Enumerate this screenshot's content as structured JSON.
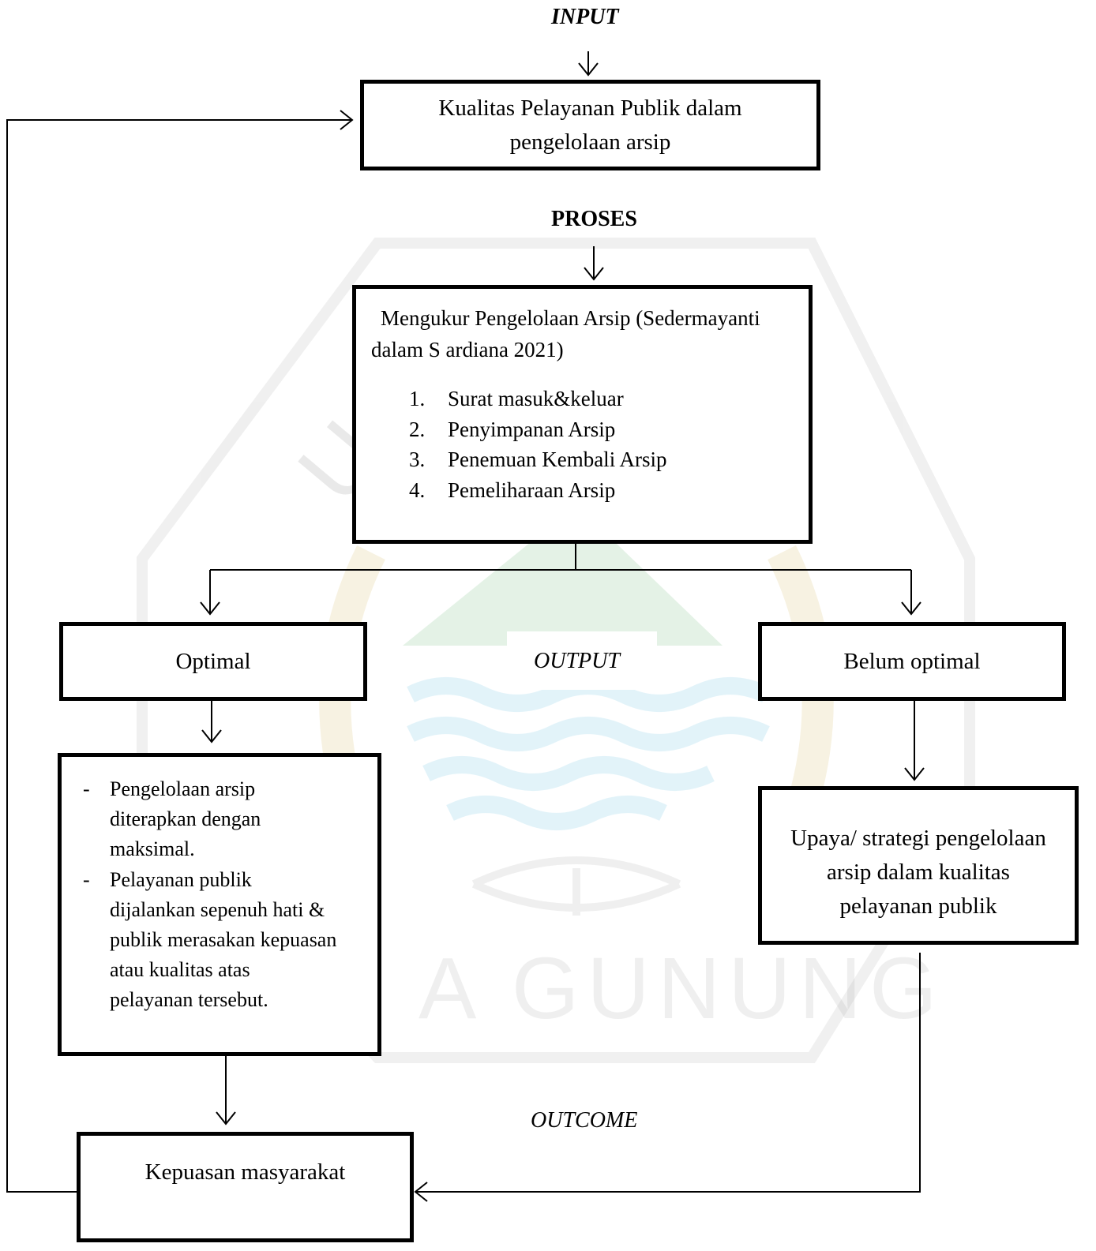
{
  "labels": {
    "input": "INPUT",
    "proses": "PROSES",
    "output": "OUTPUT",
    "outcome": "OUTCOME"
  },
  "input_box": {
    "lines": [
      "Kualitas Pelayanan Publik dalam",
      "pengelolaan arsip"
    ]
  },
  "proses_box": {
    "intro_line1": "Mengukur Pengelolaan Arsip (Sedermayanti",
    "intro_line2": "dalam S ardiana 2021)",
    "items": [
      {
        "num": "1.",
        "text": "Surat masuk&keluar"
      },
      {
        "num": "2.",
        "text": "Penyimpanan Arsip"
      },
      {
        "num": "3.",
        "text": "Penemuan Kembali Arsip"
      },
      {
        "num": "4.",
        "text": "Pemeliharaan Arsip"
      }
    ]
  },
  "optimal_box": {
    "text": "Optimal"
  },
  "belum_box": {
    "text": "Belum optimal"
  },
  "detail_box": {
    "items": [
      {
        "dash": "-",
        "lines": [
          "Pengelolaan arsip",
          "diterapkan dengan",
          "maksimal."
        ]
      },
      {
        "dash": "-",
        "lines": [
          "Pelayanan publik",
          "dijalankan sepenuh hati &",
          "publik merasakan kepuasan",
          "atau kualitas atas",
          "pelayanan tersebut."
        ]
      }
    ]
  },
  "upaya_box": {
    "lines": [
      "Upaya/ strategi pengelolaan",
      "arsip dalam kualitas",
      "pelayanan publik"
    ]
  },
  "kepuasan_box": {
    "text": "Kepuasan masyarakat"
  },
  "watermark": {
    "text_left": "U",
    "text_bottom": "A GUNUNG",
    "colors": {
      "green": "#3aa24a",
      "blue": "#2aa9d8",
      "gold": "#c9a227",
      "gray": "#8a8a8a"
    }
  },
  "colors": {
    "line": "#000000",
    "background": "#ffffff"
  }
}
